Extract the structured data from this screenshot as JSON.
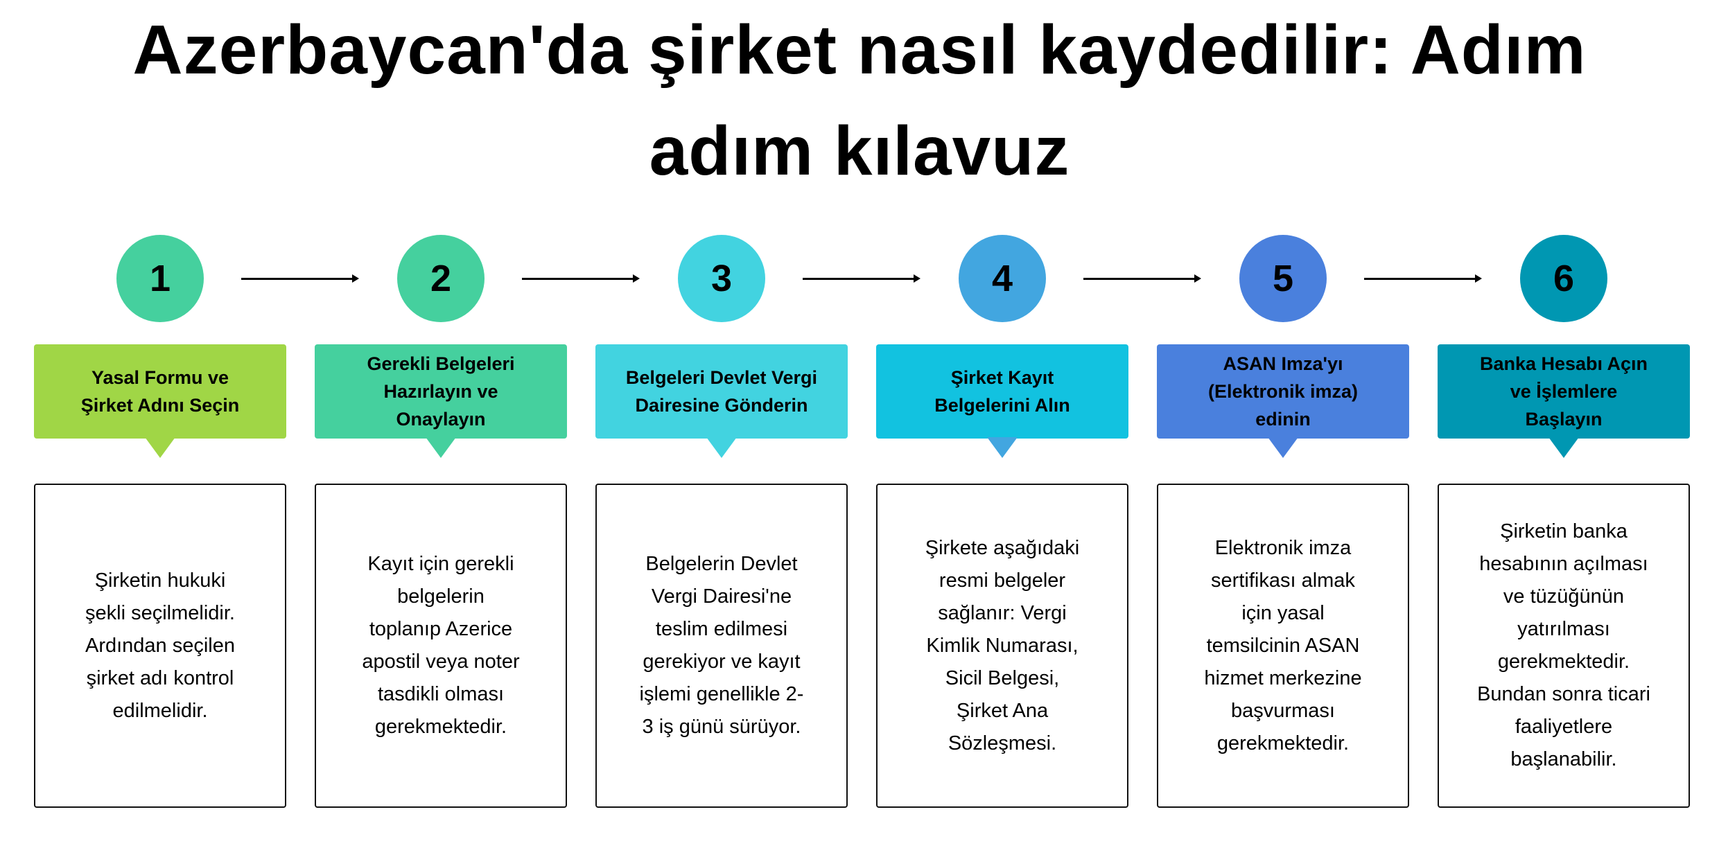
{
  "title": {
    "line1": "Azerbaycan'da şirket nasıl kaydedilir: Adım",
    "line2": "adım kılavuz"
  },
  "steps": [
    {
      "number": "1",
      "color": "#45d09e",
      "header_color": "#a0d646",
      "header": "Yasal Formu ve\nŞirket Adını Seçin",
      "body": "Şirketin hukuki\nşekli seçilmelidir.\nArdından seçilen\nşirket adı kontrol\nedilmelidir."
    },
    {
      "number": "2",
      "color": "#45d09e",
      "header_color": "#45d09e",
      "header": "Gerekli Belgeleri\nHazırlayın ve\nOnaylayın",
      "body": "Kayıt için gerekli\nbelgelerin\ntoplanıp Azerice\napostil veya noter\ntasdikli olması\ngerekmektedir."
    },
    {
      "number": "3",
      "color": "#42d3e0",
      "header_color": "#42d3e0",
      "header": "Belgeleri Devlet Vergi\nDairesine Gönderin",
      "body": "Belgelerin Devlet\nVergi Dairesi'ne\nteslim edilmesi\ngerekiyor ve kayıt\nişlemi genellikle 2-\n3 iş günü sürüyor."
    },
    {
      "number": "4",
      "color": "#42a6e0",
      "header_color": "#12c2e0",
      "header": "Şirket Kayıt\nBelgelerini Alın",
      "body": "Şirkete aşağıdaki\nresmi belgeler\nsağlanır: Vergi\nKimlik Numarası,\nSicil Belgesi,\nŞirket Ana\nSözleşmesi."
    },
    {
      "number": "5",
      "color": "#4a80dd",
      "header_color": "#4a80dd",
      "header": "ASAN Imza'yı\n(Elektronik imza)\nedinin",
      "body": "Elektronik imza\nsertifikası almak\niçin yasal\ntemsilcinin ASAN\nhizmet merkezine\nbaşvurması\ngerekmektedir."
    },
    {
      "number": "6",
      "color": "#0097b2",
      "header_color": "#0097b2",
      "header": "Banka Hesabı Açın\nve İşlemlere\nBaşlayın",
      "body": "Şirketin banka\nhesabının açılması\nve tüzüğünün\nyatırılması\ngerekmektedir.\nBundan sonra ticari\nfaaliyetlere\nbaşlanabilir."
    }
  ]
}
